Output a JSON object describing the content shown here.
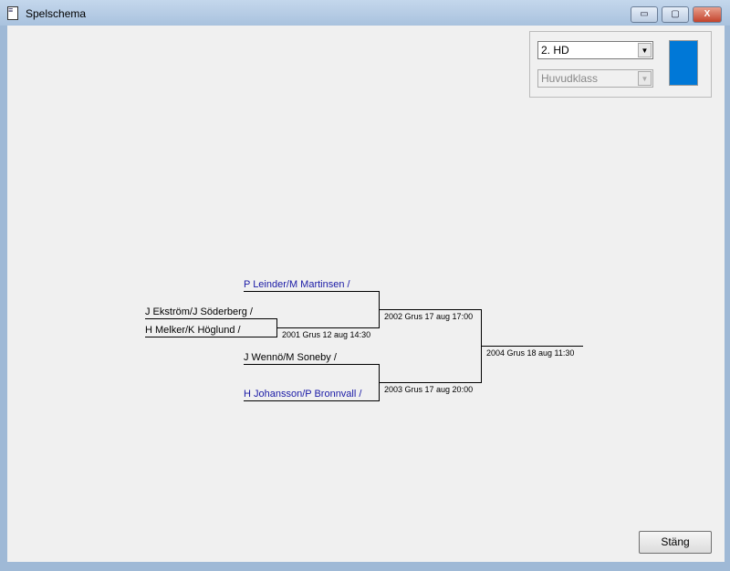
{
  "window": {
    "title": "Spelschema",
    "icon": "document-tree-icon",
    "minimize": "▭",
    "maximize": "▢",
    "close": "X"
  },
  "controls": {
    "class_select": "2.  HD",
    "sub_select": "Huvudklass",
    "color": "#0078d7"
  },
  "bracket": {
    "round1": [
      {
        "team": "P Leinder/M Martinsen /",
        "color": "#1a1aa6"
      },
      {
        "team": "J Ekström/J Söderberg /"
      },
      {
        "team": "H Melker/K Höglund /"
      },
      {
        "team": "J Wennö/M Soneby /"
      },
      {
        "team": "H Johansson/P Bronnvall /",
        "color": "#1a1aa6"
      }
    ],
    "matches": [
      {
        "label": "2001  Grus 12 aug 14:30"
      },
      {
        "label": "2002  Grus 17 aug 17:00"
      },
      {
        "label": "2003  Grus 17 aug 20:00"
      },
      {
        "label": "2004  Grus 18 aug 11:30"
      }
    ]
  },
  "footer": {
    "close_button": "Stäng"
  }
}
